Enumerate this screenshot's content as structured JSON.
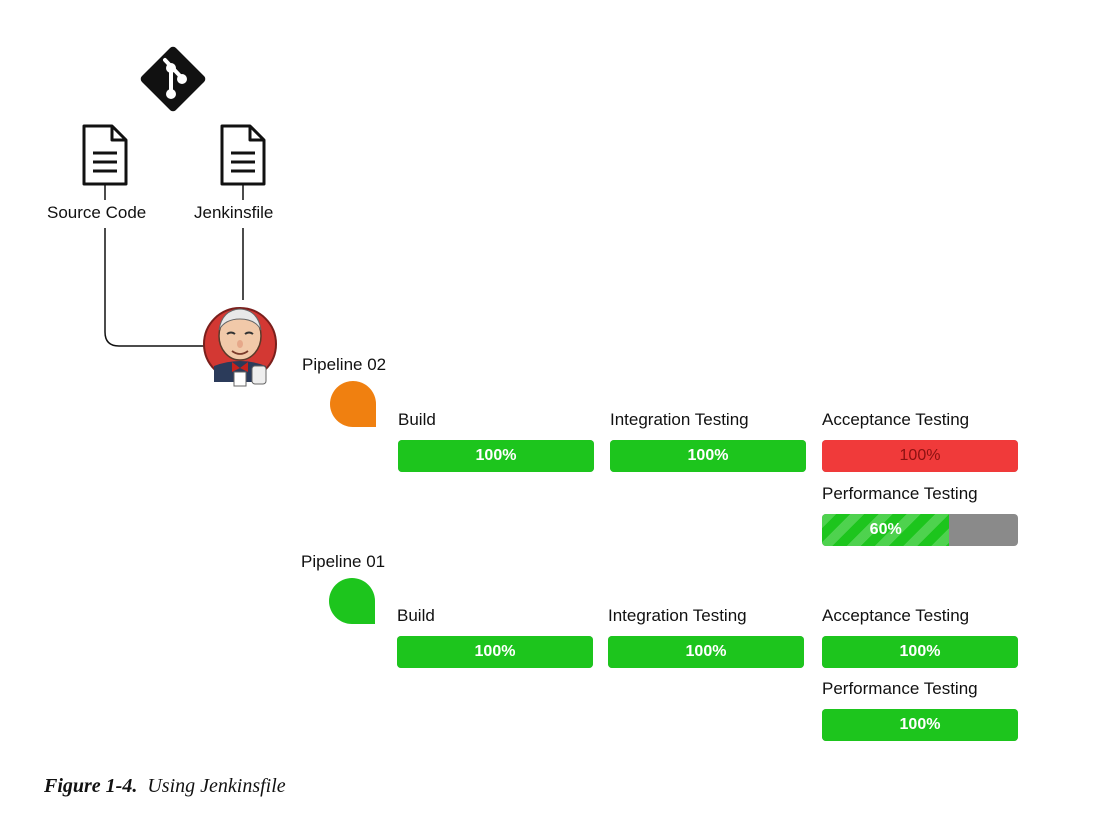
{
  "repo": {
    "icon": "git-icon",
    "files": [
      {
        "label": "Source Code",
        "icon": "document-icon"
      },
      {
        "label": "Jenkinsfile",
        "icon": "document-icon"
      }
    ]
  },
  "server": {
    "icon": "jenkins-icon"
  },
  "pipelines": [
    {
      "title": "Pipeline 02",
      "color": "#f08010",
      "stages": [
        {
          "label": "Build",
          "value": "100%",
          "progress": 100,
          "color": "#1dc51d"
        },
        {
          "label": "Integration Testing",
          "value": "100%",
          "progress": 100,
          "color": "#1dc51d"
        },
        {
          "label": "Acceptance Testing",
          "value": "100%",
          "progress": 100,
          "color": "#f03a3a"
        },
        {
          "label": "Performance Testing",
          "value": "60%",
          "progress": 65,
          "color": "#1dc51d",
          "striped": true
        }
      ]
    },
    {
      "title": "Pipeline 01",
      "color": "#1dc51d",
      "stages": [
        {
          "label": "Build",
          "value": "100%",
          "progress": 100,
          "color": "#1dc51d"
        },
        {
          "label": "Integration Testing",
          "value": "100%",
          "progress": 100,
          "color": "#1dc51d"
        },
        {
          "label": "Acceptance Testing",
          "value": "100%",
          "progress": 100,
          "color": "#1dc51d"
        },
        {
          "label": "Performance Testing",
          "value": "100%",
          "progress": 100,
          "color": "#1dc51d"
        }
      ]
    }
  ],
  "caption": {
    "number": "Figure 1-4.",
    "text": "Using Jenkinsfile"
  }
}
